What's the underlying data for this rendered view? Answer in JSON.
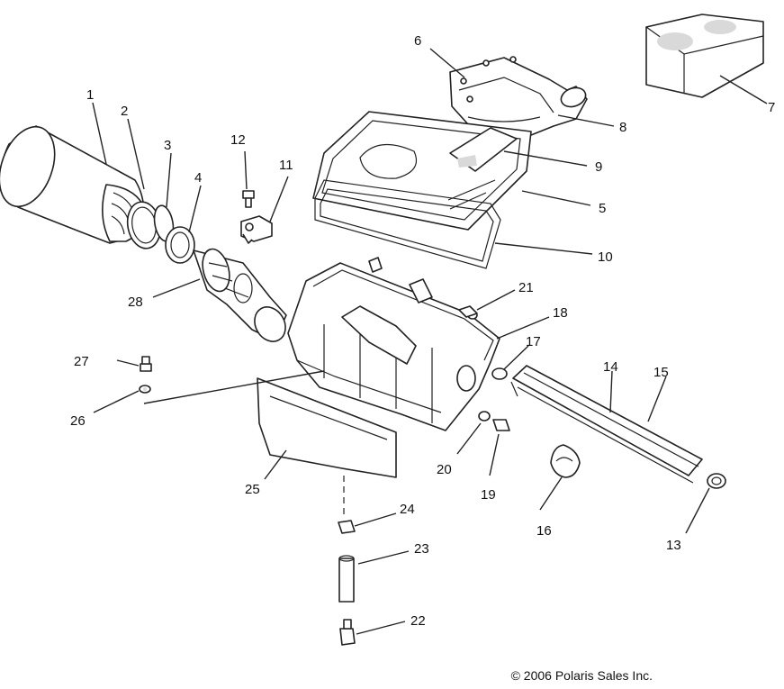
{
  "parts": [
    {
      "ref": "1"
    },
    {
      "ref": "2"
    },
    {
      "ref": "3"
    },
    {
      "ref": "4"
    },
    {
      "ref": "5"
    },
    {
      "ref": "6"
    },
    {
      "ref": "7"
    },
    {
      "ref": "8"
    },
    {
      "ref": "9"
    },
    {
      "ref": "10"
    },
    {
      "ref": "11"
    },
    {
      "ref": "12"
    },
    {
      "ref": "13"
    },
    {
      "ref": "14"
    },
    {
      "ref": "15"
    },
    {
      "ref": "16"
    },
    {
      "ref": "17"
    },
    {
      "ref": "18"
    },
    {
      "ref": "19"
    },
    {
      "ref": "20"
    },
    {
      "ref": "21"
    },
    {
      "ref": "22"
    },
    {
      "ref": "23"
    },
    {
      "ref": "24"
    },
    {
      "ref": "25"
    },
    {
      "ref": "26"
    },
    {
      "ref": "27"
    },
    {
      "ref": "28"
    }
  ],
  "copyright": "© 2006 Polaris Sales Inc."
}
